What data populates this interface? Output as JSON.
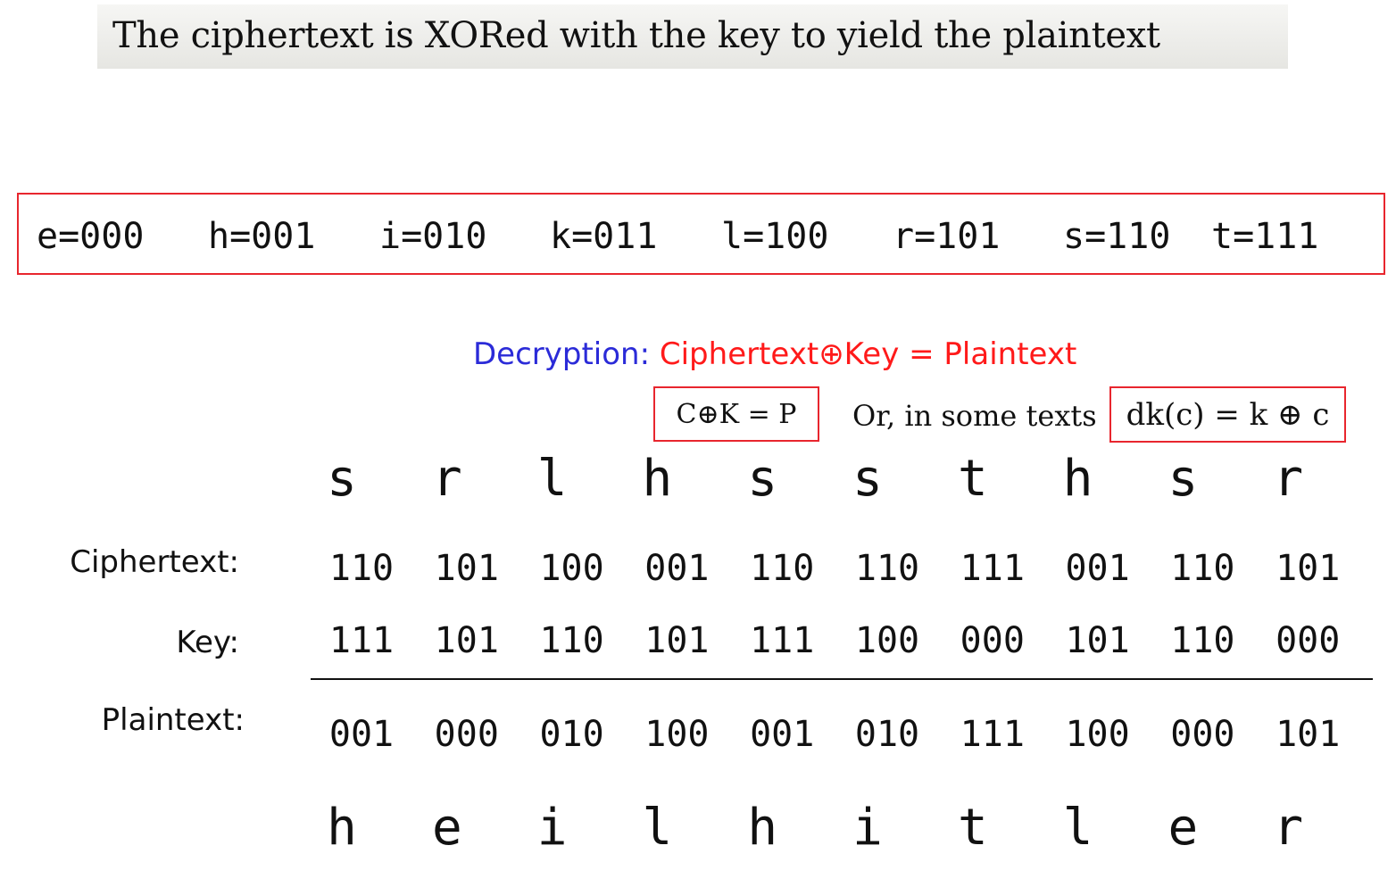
{
  "title": "The ciphertext is XORed with the key to yield the plaintext",
  "codes": [
    "e=000",
    "h=001",
    "i=010",
    "k=011",
    "l=100",
    "r=101",
    "s=110",
    "t=111"
  ],
  "decryption": {
    "label": "Decryption:",
    "formula": "Ciphertext⊕Key = Plaintext"
  },
  "formula_short": "C⊕K = P",
  "or_text": "Or, in some texts",
  "formula_alt": "dk(c) = k ⊕ c",
  "labels": {
    "ciphertext": "Ciphertext:",
    "key": "Key:",
    "plaintext": "Plaintext:"
  },
  "cipher_letters": [
    "s",
    "r",
    "l",
    "h",
    "s",
    "s",
    "t",
    "h",
    "s",
    "r"
  ],
  "ciphertext_bits": [
    "110",
    "101",
    "100",
    "001",
    "110",
    "110",
    "111",
    "001",
    "110",
    "101"
  ],
  "key_bits": [
    "111",
    "101",
    "110",
    "101",
    "111",
    "100",
    "000",
    "101",
    "110",
    "000"
  ],
  "plaintext_bits": [
    "001",
    "000",
    "010",
    "100",
    "001",
    "010",
    "111",
    "100",
    "000",
    "101"
  ],
  "plain_letters": [
    "h",
    "e",
    "i",
    "l",
    "h",
    "i",
    "t",
    "l",
    "e",
    "r"
  ],
  "colors": {
    "box_border": "#e8262e",
    "label_blue": "#2b2bd8",
    "formula_red": "#ff1a1a"
  }
}
